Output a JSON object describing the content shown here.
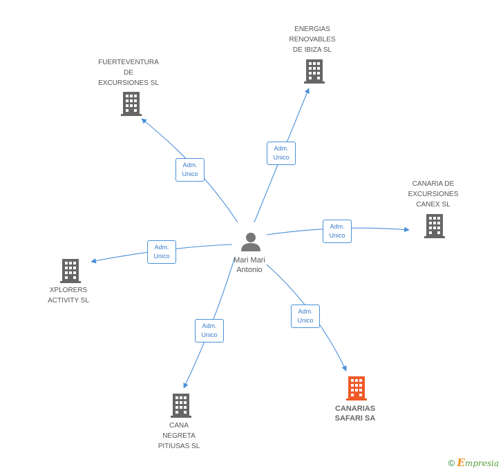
{
  "center_person": {
    "name_lines": [
      "Mari Mari",
      "Antonio"
    ],
    "icon": "person-icon"
  },
  "companies": [
    {
      "key": "fuerteventura",
      "lines": [
        "FUERTEVENTURA",
        "DE",
        "EXCURSIONES SL"
      ],
      "icon": "building-icon",
      "color": "#666666"
    },
    {
      "key": "energias",
      "lines": [
        "ENERGIAS",
        "RENOVABLES",
        "DE IBIZA SL"
      ],
      "icon": "building-icon",
      "color": "#666666"
    },
    {
      "key": "canaria",
      "lines": [
        "CANARIA DE",
        "EXCURSIONES",
        "CANEX SL"
      ],
      "icon": "building-icon",
      "color": "#666666"
    },
    {
      "key": "xplorers",
      "lines": [
        "XPLORERS",
        "ACTIVITY  SL"
      ],
      "icon": "building-icon",
      "color": "#666666"
    },
    {
      "key": "cana",
      "lines": [
        "CANA",
        "NEGRETA",
        "PITIUSAS SL"
      ],
      "icon": "building-icon",
      "color": "#666666"
    },
    {
      "key": "canarias",
      "lines": [
        "CANARIAS",
        "SAFARI SA"
      ],
      "icon": "building-icon",
      "color": "#f05a28",
      "highlighted": true
    }
  ],
  "relation_label": [
    "Adm.",
    "Unico"
  ],
  "footer": {
    "copyright": "©",
    "brand_initial": "E",
    "brand_rest": "mpresia"
  },
  "colors": {
    "edge": "#4a90d9",
    "node": "#666666",
    "highlight": "#f05a28"
  }
}
